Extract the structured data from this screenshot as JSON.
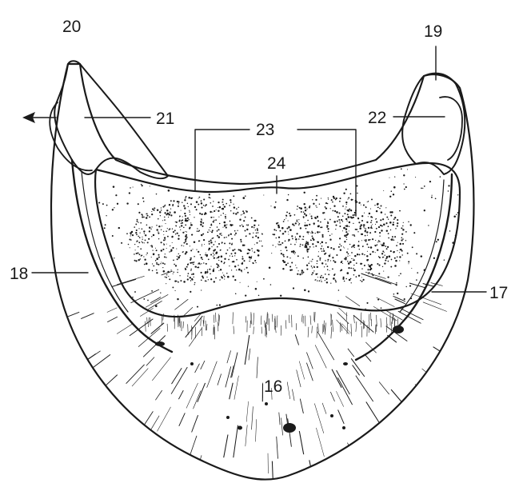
{
  "figure": {
    "labels": {
      "l16": "16",
      "l17": "17",
      "l18": "18",
      "l19": "19",
      "l20": "20",
      "l21": "21",
      "l22": "22",
      "l23": "23",
      "l24": "24"
    },
    "colors": {
      "ink": "#1a1a1a",
      "paper": "#ffffff"
    }
  }
}
